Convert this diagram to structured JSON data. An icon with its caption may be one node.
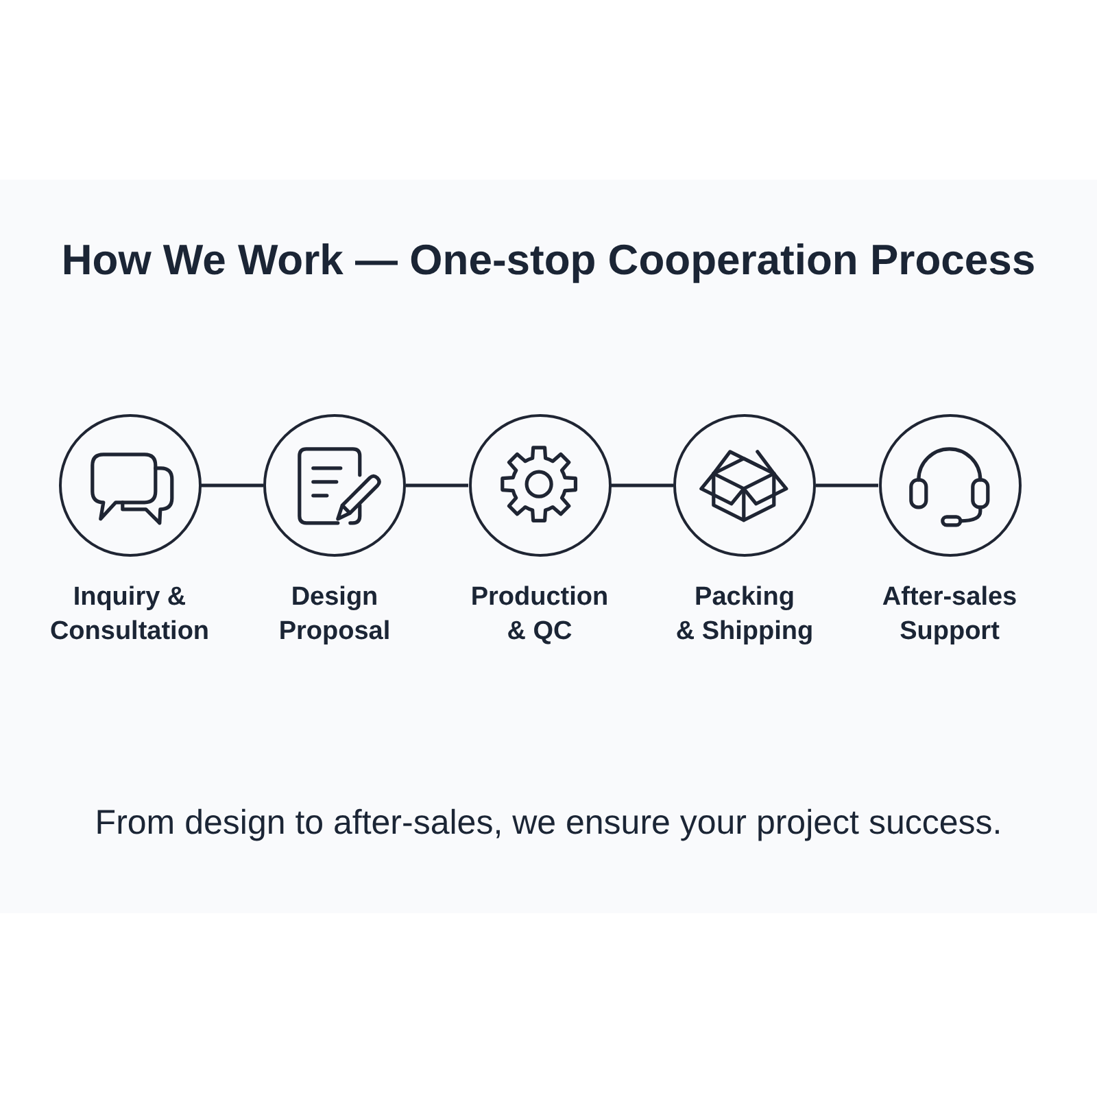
{
  "diagram": {
    "title": "How We Work — One-stop Cooperation Process",
    "caption": "From design to after-sales, we ensure your project success.",
    "nodes": [
      {
        "text": [
          "Inquiry & Consultation"
        ]
      },
      {
        "text": [
          "Design Proposal"
        ]
      },
      {
        "text": [
          "Production & QC"
        ]
      },
      {
        "text": [
          "Packing & Shipping"
        ]
      },
      {
        "text": [
          "After-sales Support"
        ]
      }
    ],
    "edges": [
      {
        "from": 0,
        "to": 1,
        "arrow": "none"
      },
      {
        "from": 1,
        "to": 2,
        "arrow": "none"
      },
      {
        "from": 2,
        "to": 3,
        "arrow": "none"
      },
      {
        "from": 3,
        "to": 4,
        "arrow": "none"
      }
    ]
  }
}
